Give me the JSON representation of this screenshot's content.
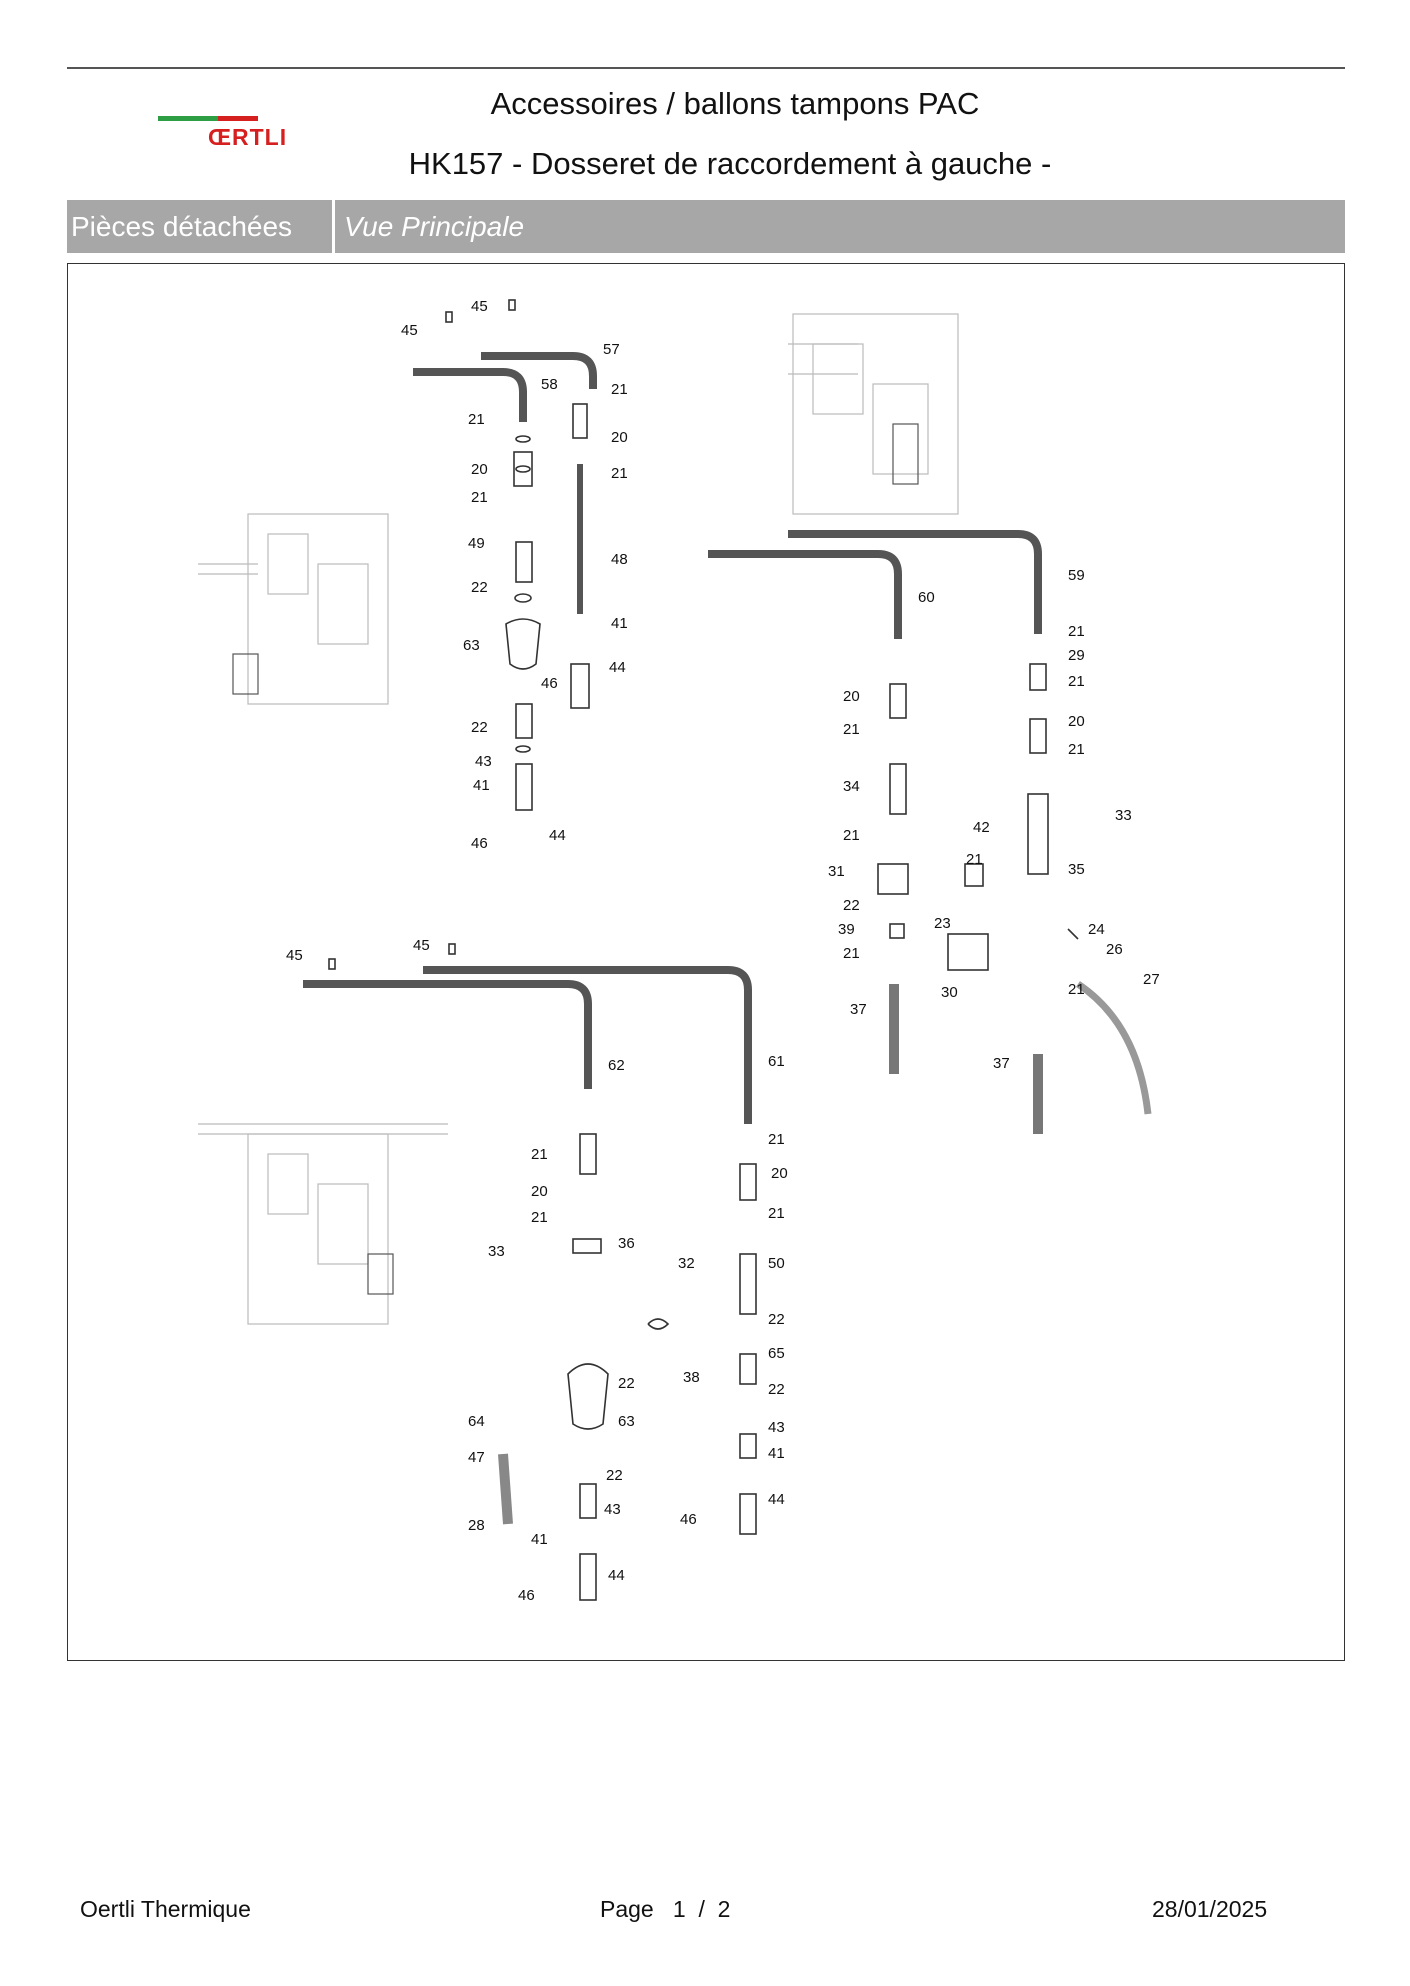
{
  "header": {
    "logo_text": "ŒRTLI",
    "title": "Accessoires / ballons tampons PAC",
    "subtitle": "HK157 - Dosseret de raccordement à gauche -"
  },
  "tabs": {
    "left": "Pièces détachées",
    "right": "Vue Principale"
  },
  "diagram": {
    "callouts": [
      "45",
      "45",
      "57",
      "58",
      "21",
      "21",
      "20",
      "20",
      "21",
      "21",
      "49",
      "48",
      "22",
      "41",
      "63",
      "44",
      "46",
      "22",
      "43",
      "41",
      "46",
      "44",
      "59",
      "60",
      "21",
      "29",
      "21",
      "20",
      "21",
      "20",
      "21",
      "34",
      "42",
      "33",
      "21",
      "35",
      "21",
      "31",
      "22",
      "23",
      "24",
      "26",
      "39",
      "21",
      "27",
      "30",
      "21",
      "37",
      "37",
      "45",
      "45",
      "62",
      "61",
      "21",
      "21",
      "20",
      "20",
      "21",
      "21",
      "33",
      "36",
      "32",
      "50",
      "22",
      "38",
      "22",
      "65",
      "64",
      "63",
      "22",
      "47",
      "22",
      "43",
      "43",
      "41",
      "41",
      "28",
      "44",
      "46",
      "44",
      "46"
    ]
  },
  "footer": {
    "company": "Oertli Thermique",
    "page_label": "Page",
    "page": "1",
    "separator": "/",
    "pages": "2",
    "date": "28/01/2025"
  }
}
